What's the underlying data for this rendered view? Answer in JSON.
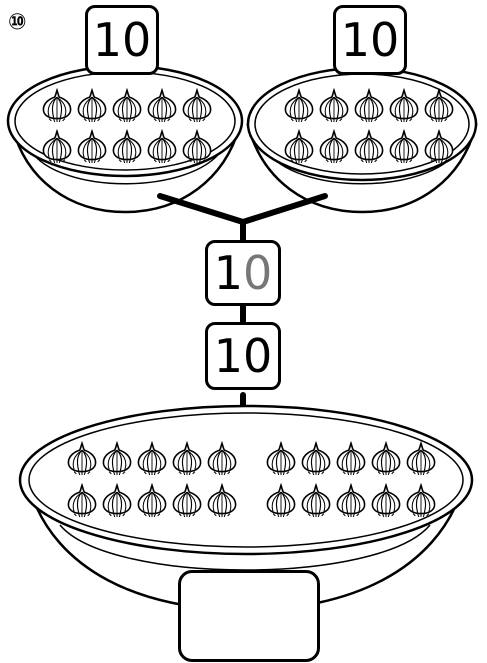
{
  "problem_number": "⑩",
  "bowls": {
    "left": {
      "count_label": "10",
      "item_count": 10,
      "item": "onion-icon"
    },
    "right": {
      "count_label": "10",
      "item_count": 10,
      "item": "onion-icon"
    },
    "combined": {
      "item_count": 20,
      "item": "onion-icon"
    }
  },
  "middle": {
    "box1": {
      "digit1": "1",
      "digit2": "0"
    },
    "box2": "10"
  },
  "answer": "",
  "colors": {
    "ink": "#000000",
    "gray_digit": "#777777"
  }
}
